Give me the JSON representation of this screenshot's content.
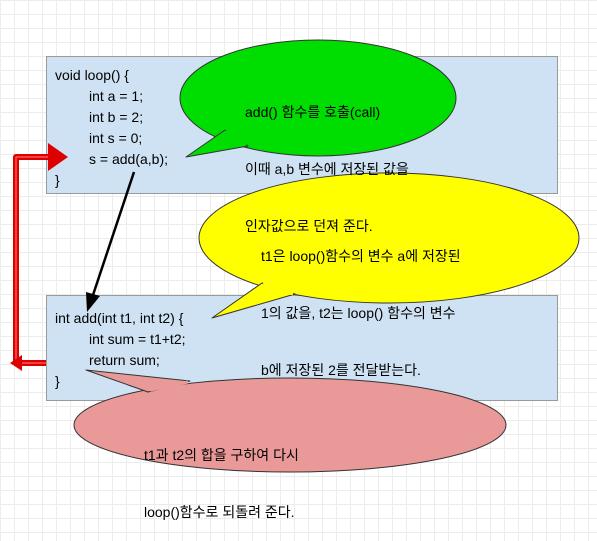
{
  "loop_box": {
    "lines": [
      "void loop() {",
      "int a = 1;",
      "int b = 2;",
      "int s = 0;",
      "s = add(a,b);",
      "}"
    ]
  },
  "add_box": {
    "lines": [
      "int add(int t1, int t2) {",
      "int sum = t1+t2;",
      "return sum;",
      "}"
    ]
  },
  "bubbles": {
    "green": {
      "lines": [
        "add() 함수를 호출(call)",
        "이때 a,b 변수에 저장된 값을",
        "인자값으로 던져 준다."
      ],
      "fill": "#00dd00"
    },
    "yellow": {
      "lines": [
        "t1은 loop()함수의 변수 a에 저장된",
        "1의 값을, t2는 loop() 함수의 변수",
        "b에 저장된 2를 전달받는다."
      ],
      "fill": "#ffff00"
    },
    "pink": {
      "lines": [
        "t1과 t2의 합을 구하여 다시",
        "loop()함수로 되돌려 준다."
      ],
      "fill": "#ea9999"
    }
  },
  "colors": {
    "code_box_fill": "#cfe2f3",
    "return_arrow": "#dd0000",
    "call_arrow": "#000000"
  }
}
